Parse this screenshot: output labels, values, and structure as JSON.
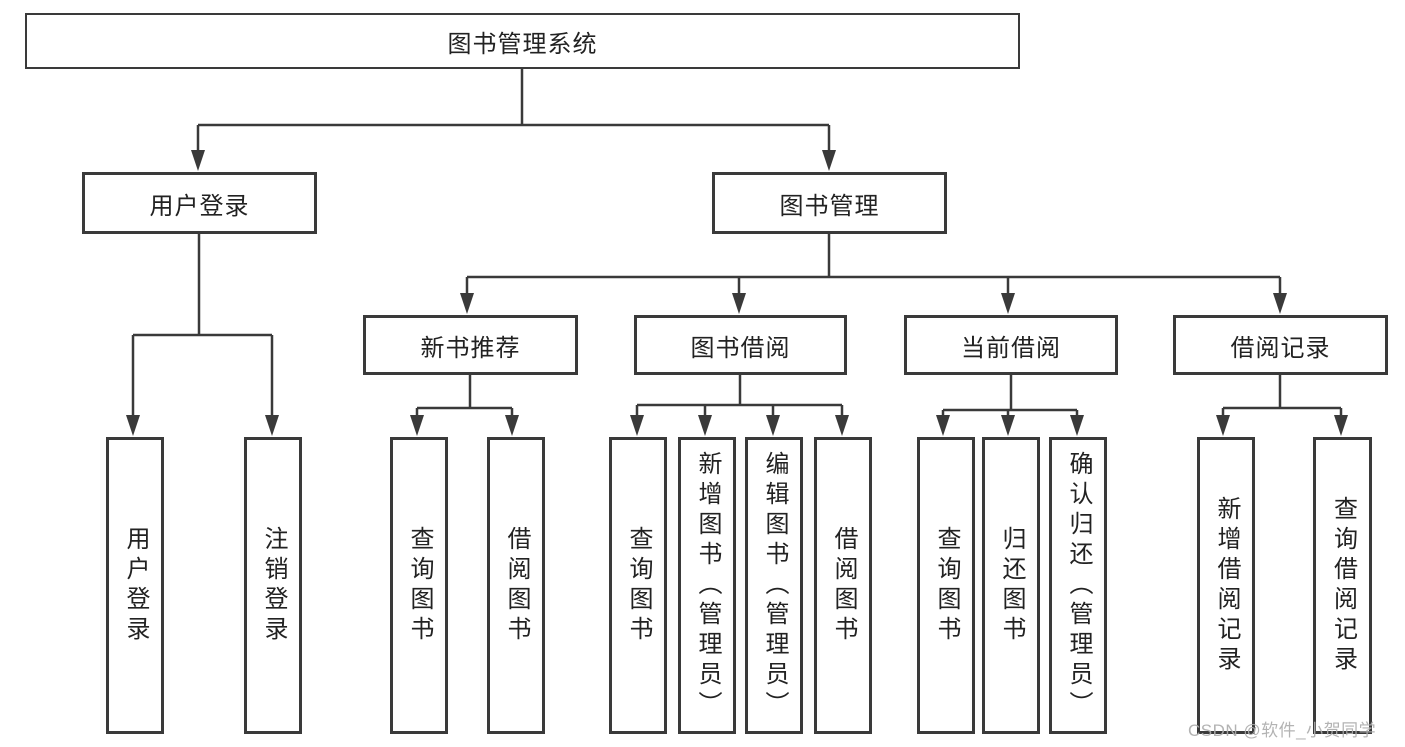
{
  "watermark": "CSDN @软件_小贺同学",
  "colors": {
    "line": "#3a3a3a",
    "box_border": "#3a3a3a",
    "box_background": "#ffffff",
    "text": "#222222",
    "watermark_text": "#acacac",
    "background": "#ffffff"
  },
  "tree": {
    "label": "图书管理系统",
    "children": [
      {
        "label": "用户登录",
        "children": [
          {
            "label": "用户登录"
          },
          {
            "label": "注销登录"
          }
        ]
      },
      {
        "label": "图书管理",
        "children": [
          {
            "label": "新书推荐",
            "children": [
              {
                "label": "查询图书"
              },
              {
                "label": "借阅图书"
              }
            ]
          },
          {
            "label": "图书借阅",
            "children": [
              {
                "label": "查询图书"
              },
              {
                "label": "新增图书（管理员）"
              },
              {
                "label": "编辑图书（管理员）"
              },
              {
                "label": "借阅图书"
              }
            ]
          },
          {
            "label": "当前借阅",
            "children": [
              {
                "label": "查询图书"
              },
              {
                "label": "归还图书"
              },
              {
                "label": "确认归还（管理员）"
              }
            ]
          },
          {
            "label": "借阅记录",
            "children": [
              {
                "label": "新增借阅记录"
              },
              {
                "label": "查询借阅记录"
              }
            ]
          }
        ]
      }
    ]
  }
}
